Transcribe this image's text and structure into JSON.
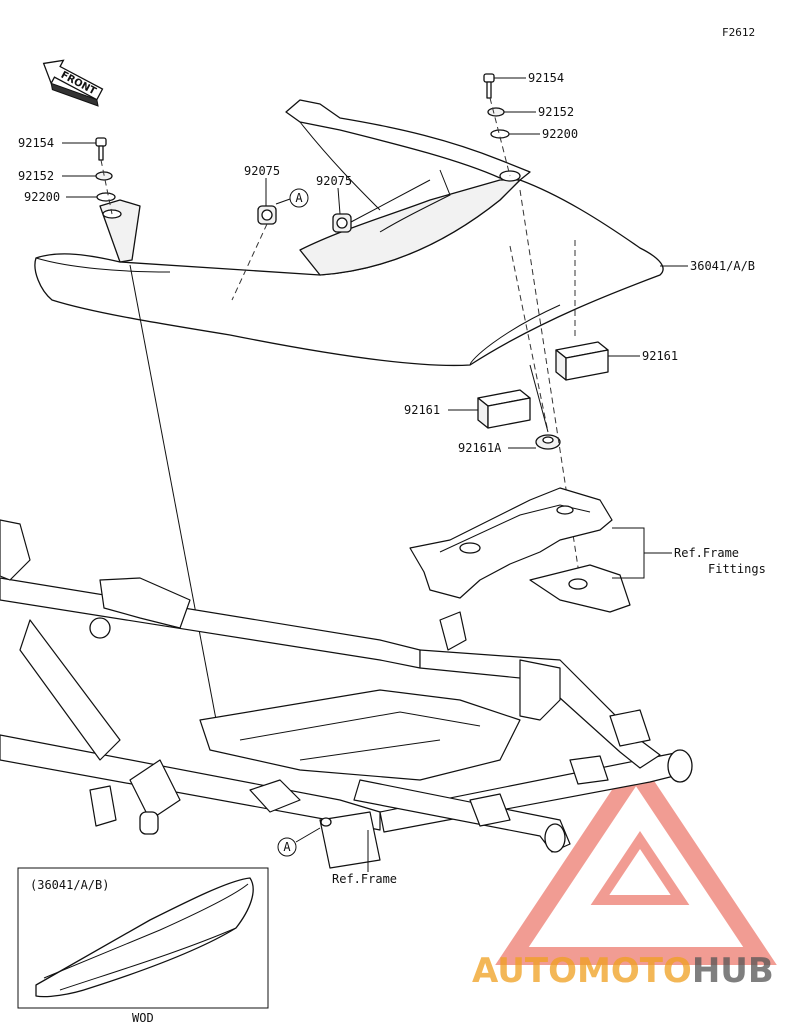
{
  "figure_code": "F2612",
  "front_label": "FRONT",
  "callouts": {
    "bolt_right": "92154",
    "washer_right": "92152",
    "collar_right": "92200",
    "bolt_left": "92154",
    "washer_left": "92152",
    "collar_left": "92200",
    "grommet_left": "92075",
    "grommet_right": "92075",
    "cover": "36041/A/B",
    "pad_upper": "92161",
    "pad_lower": "92161",
    "damper": "92161A",
    "ref_fittings_line1": "Ref.Frame",
    "ref_fittings_line2": "Fittings",
    "ref_frame": "Ref.Frame"
  },
  "markers": {
    "upper": "A",
    "lower": "A"
  },
  "inset": {
    "title": "(36041/A/B)",
    "caption": "WOD"
  },
  "watermark": {
    "brand_part1": "AUTO",
    "brand_part2": "MOTO",
    "brand_part3": "HUB",
    "color_main": "#f0a020",
    "color_accent": "#e74c3c",
    "color_dark": "#555555"
  }
}
